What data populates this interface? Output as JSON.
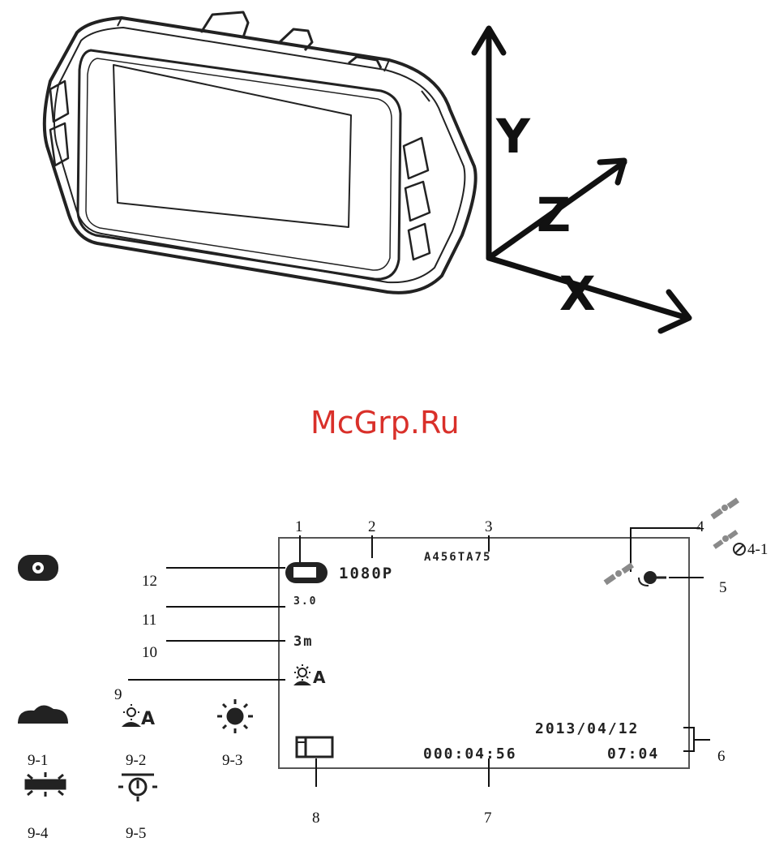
{
  "watermark": "McGrp.Ru",
  "axes": {
    "y": "Y",
    "z": "Z",
    "x": "X"
  },
  "screen": {
    "resolution": "1080P",
    "file_name": "A456TA75",
    "ev": "3.0",
    "distance": "3m",
    "date": "2013/04/12",
    "time": "07:04",
    "record_time": "000:04:56"
  },
  "callouts": {
    "c1": "1",
    "c2": "2",
    "c3": "3",
    "c4": "4",
    "c4_1": "4-1",
    "c5": "5",
    "c6": "6",
    "c7": "7",
    "c8": "8",
    "c9": "9",
    "c10": "10",
    "c11": "11",
    "c12": "12"
  },
  "icon_labels": {
    "l9_1": "9-1",
    "l9_2": "9-2",
    "l9_3": "9-3",
    "l9_4": "9-4",
    "l9_5": "9-5"
  },
  "colors": {
    "watermark": "#d9302a",
    "line": "#111111",
    "satellite": "#8a8a8a"
  }
}
